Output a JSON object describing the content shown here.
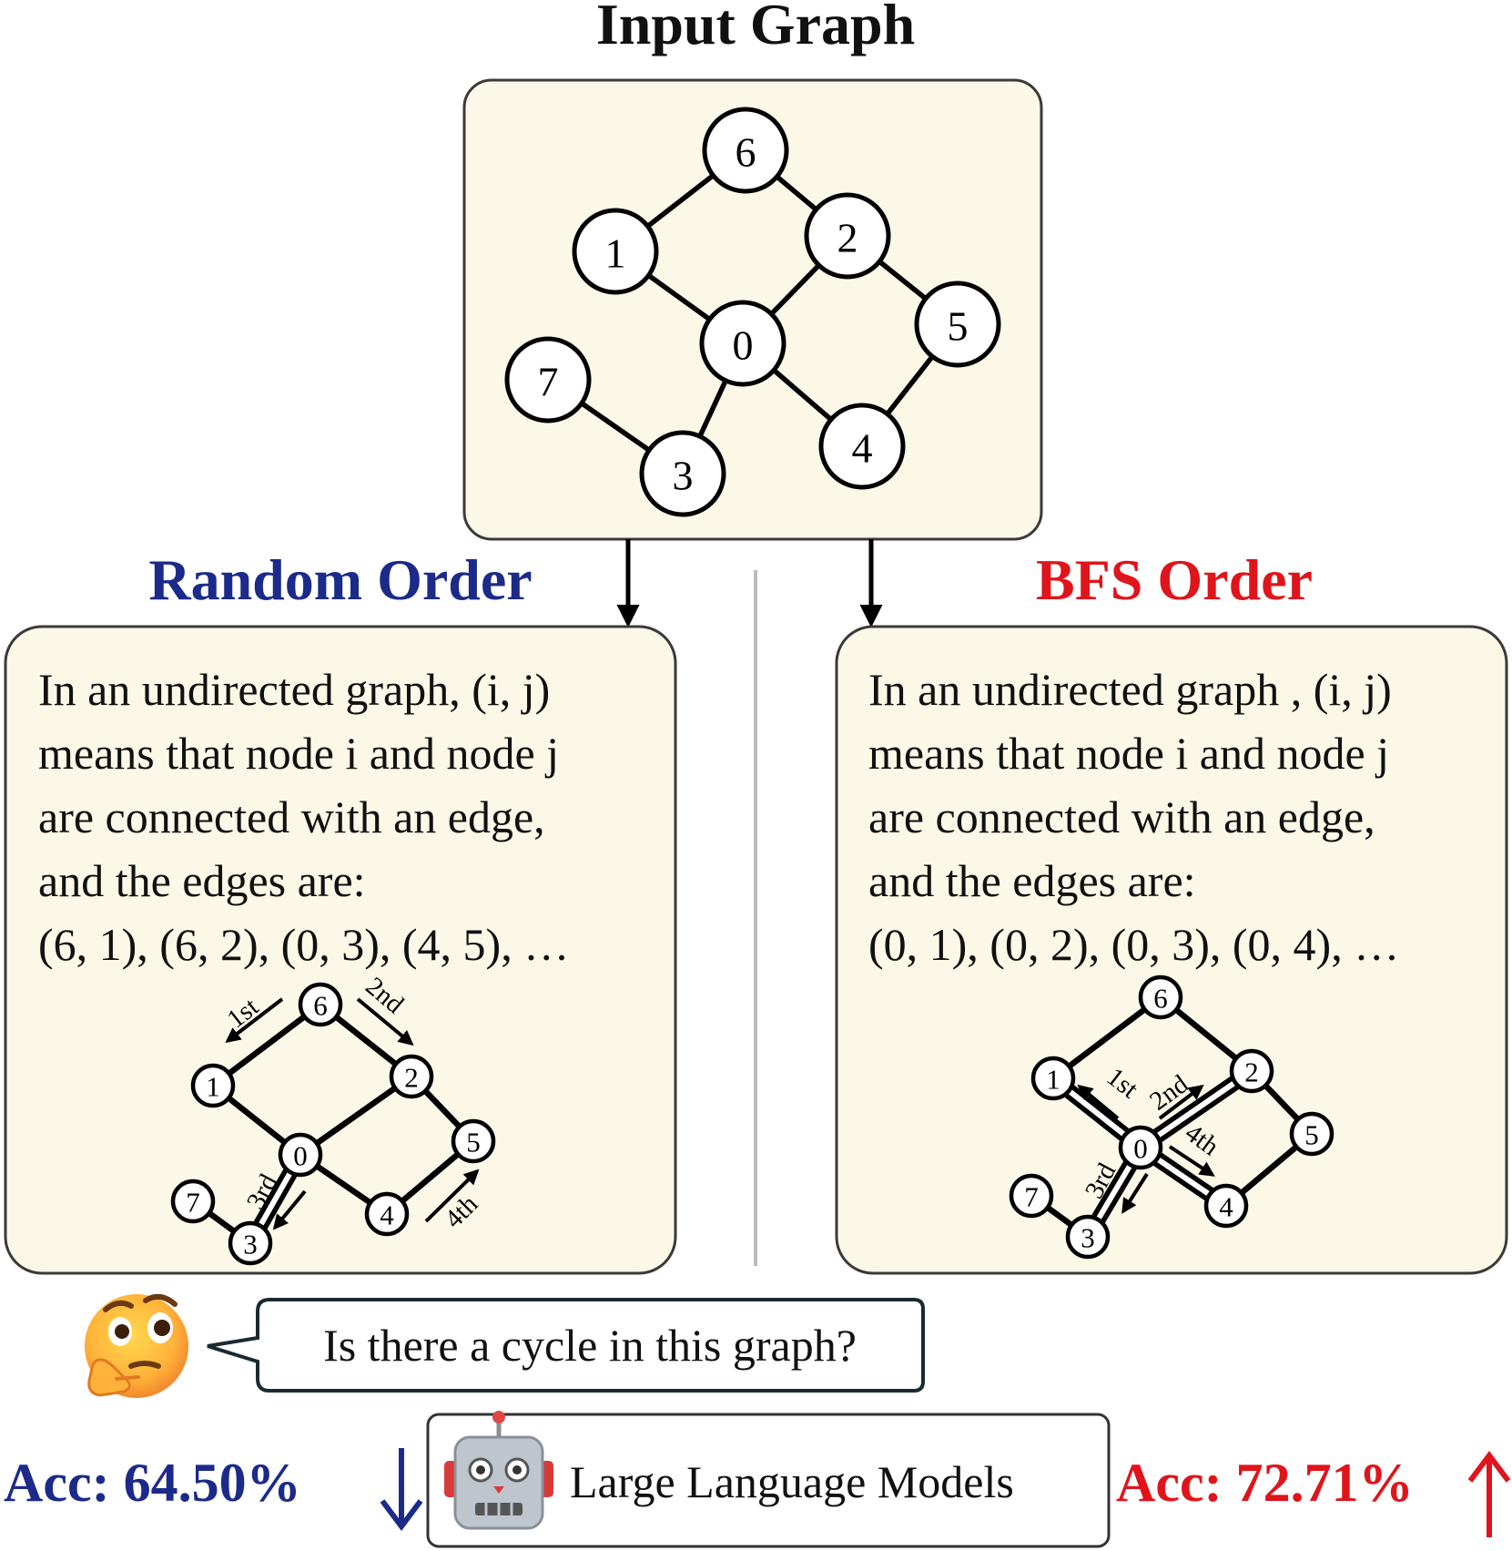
{
  "titles": {
    "input": "Input Graph",
    "random": "Random Order",
    "bfs": "BFS Order"
  },
  "colors": {
    "random": "#1c2a8a",
    "bfs": "#e0141b",
    "panel_fill": "#fcf8e8",
    "panel_stroke": "#3a3a3a"
  },
  "input_graph": {
    "nodes": [
      "6",
      "1",
      "2",
      "0",
      "5",
      "7",
      "4",
      "3"
    ],
    "edges": [
      [
        "6",
        "1"
      ],
      [
        "6",
        "2"
      ],
      [
        "1",
        "0"
      ],
      [
        "2",
        "0"
      ],
      [
        "2",
        "5"
      ],
      [
        "0",
        "4"
      ],
      [
        "0",
        "3"
      ],
      [
        "5",
        "4"
      ],
      [
        "7",
        "3"
      ]
    ]
  },
  "random_panel": {
    "lines": [
      "In an undirected graph, (i, j)",
      "means that node i and node j",
      "are connected with an edge,",
      "and the edges are:",
      "(6, 1), (6, 2), (0, 3), (4, 5), …"
    ],
    "order_labels": [
      "1st",
      "2nd",
      "3rd",
      "4th"
    ]
  },
  "bfs_panel": {
    "lines": [
      "In an undirected graph , (i, j)",
      "means that node i and node j",
      "are connected with an edge,",
      "and the edges are:",
      "(0, 1), (0, 2), (0, 3), (0, 4), …"
    ],
    "order_labels": [
      "1st",
      "2nd",
      "3rd",
      "4th"
    ]
  },
  "question": "Is there a cycle in this graph?",
  "model_label": "Large Language Models",
  "icons": {
    "thinking": "thinking-face-icon",
    "robot": "robot-icon",
    "down_arrow": "down-arrow-icon",
    "up_arrow": "up-arrow-icon"
  },
  "results": {
    "random_acc": "Acc: 64.50%",
    "bfs_acc": "Acc: 72.71%"
  }
}
